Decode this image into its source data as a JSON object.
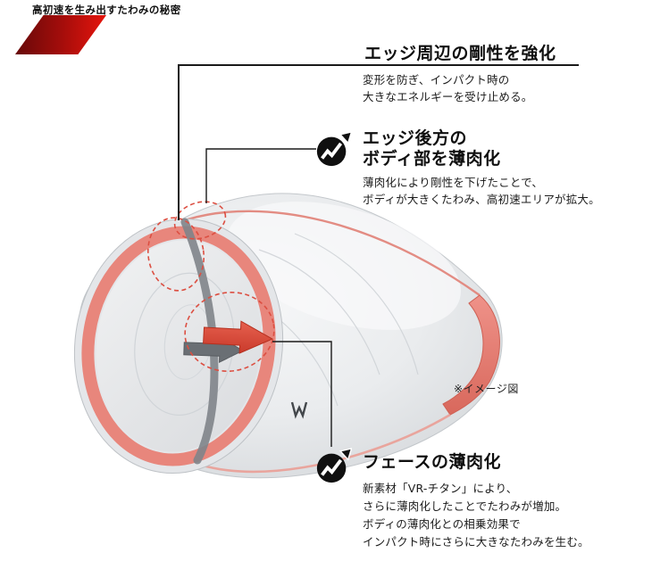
{
  "header": {
    "title": "高初速を生み出すたわみの秘密"
  },
  "callouts": {
    "edge_rigidity": {
      "heading": "エッジ周辺の剛性を強化",
      "desc": [
        "変形を防ぎ、インパクト時の",
        "大きなエネルギーを受け止める。"
      ]
    },
    "body_thinning": {
      "heading": [
        "エッジ後方の",
        "ボディ部を薄肉化"
      ],
      "desc": [
        "薄肉化により剛性を下げたことで、",
        "ボディが大きくたわみ、高初速エリアが拡大。"
      ]
    },
    "face_thinning": {
      "heading": "フェースの薄肉化",
      "desc": [
        "新素材「VR-チタン」により、",
        "さらに薄肉化したことでたわみが増加。",
        "ボディの薄肉化との相乗効果で",
        "インパクト時にさらに大きなたわみを生む。"
      ]
    }
  },
  "figure": {
    "note": "※イメージ図",
    "icon": "growth-arrow-icon"
  },
  "colors": {
    "banner_red_dark": "#650909",
    "banner_red": "#e8150c",
    "salmon": "#e8867c",
    "dashed_red": "#dc4f42",
    "arrow_red": "#d9452f",
    "arrow_gray": "#6a6f74",
    "icon_black": "#101010",
    "line_black": "#1a1a1a"
  }
}
